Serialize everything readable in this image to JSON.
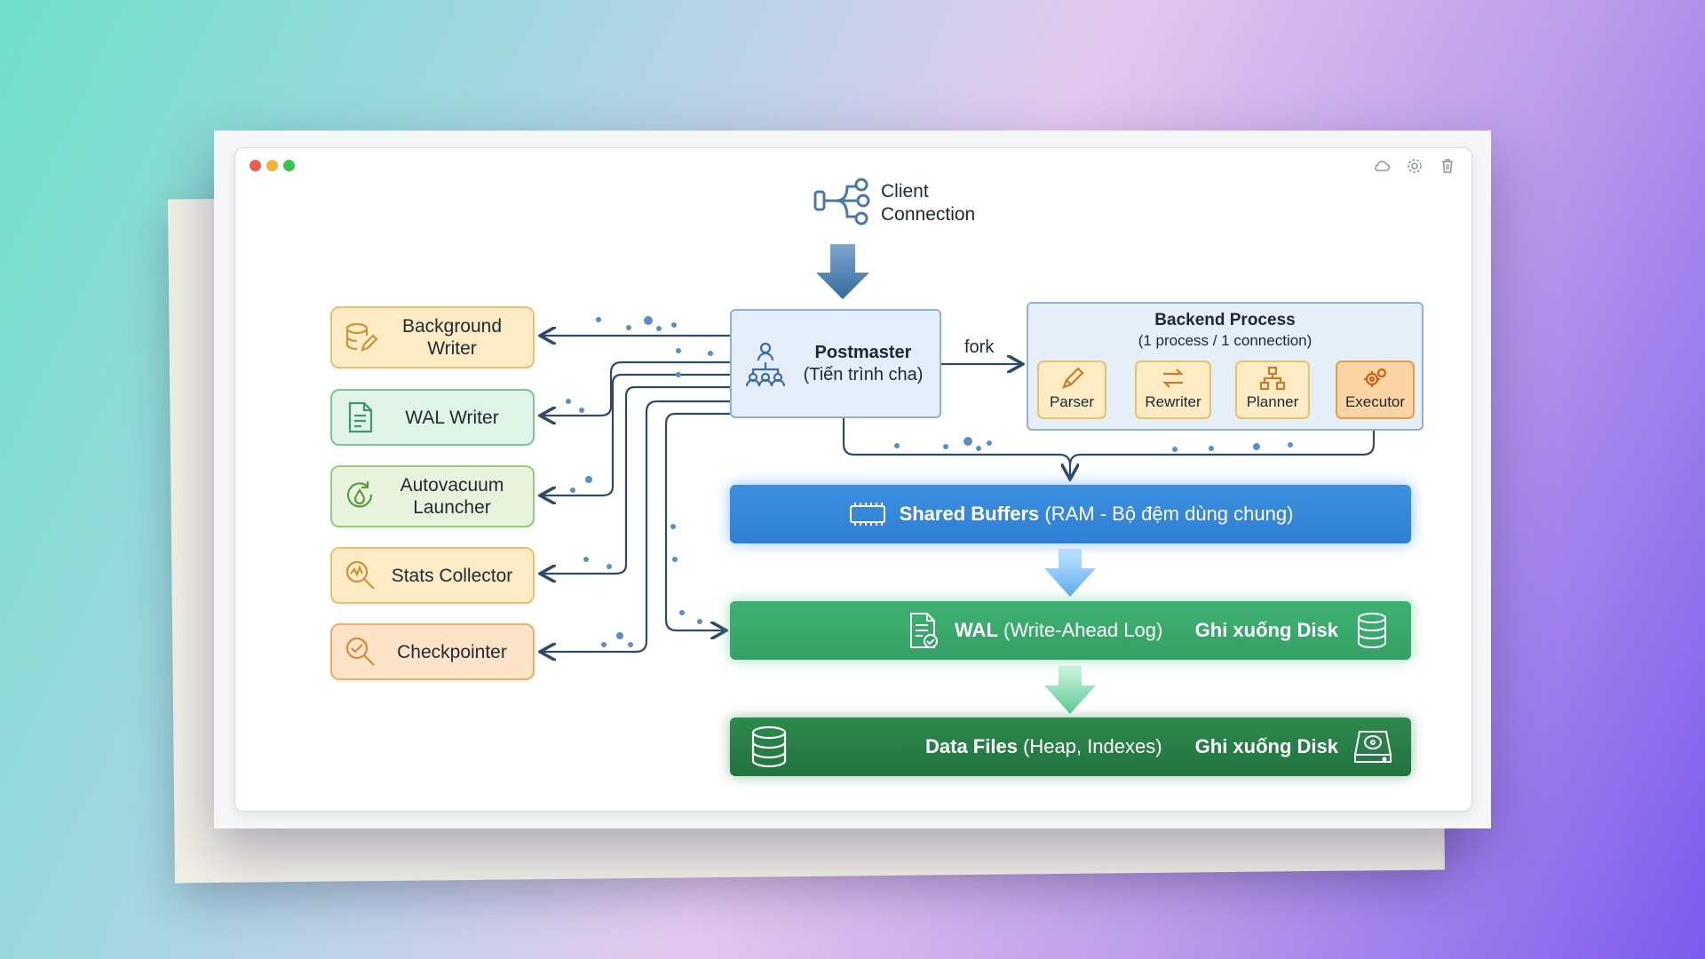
{
  "client": {
    "line1": "Client",
    "line2": "Connection"
  },
  "postmaster": {
    "title": "Postmaster",
    "subtitle": "(Tiến trình cha)"
  },
  "fork_label": "fork",
  "backend": {
    "title": "Backend Process",
    "subtitle": "(1 process / 1 connection)",
    "stages": [
      "Parser",
      "Rewriter",
      "Planner",
      "Executor"
    ]
  },
  "workers": [
    {
      "line1": "Background",
      "line2": "Writer"
    },
    {
      "line1": "WAL Writer",
      "line2": ""
    },
    {
      "line1": "Autovacuum",
      "line2": "Launcher"
    },
    {
      "line1": "Stats Collector",
      "line2": ""
    },
    {
      "line1": "Checkpointer",
      "line2": ""
    }
  ],
  "shared_buffers": {
    "bold": "Shared Buffers",
    "rest": " (RAM - Bộ đệm dùng chung)"
  },
  "wal": {
    "bold": "WAL",
    "rest": " (Write-Ahead Log)",
    "disk": "Ghi xuống Disk"
  },
  "data_files": {
    "bold": "Data Files",
    "rest": " (Heap, Indexes)",
    "disk": "Ghi xuống Disk"
  },
  "icons": [
    "cloud-icon",
    "settings-icon",
    "trash-icon",
    "network-icon",
    "users-icon",
    "database-icon",
    "document-icon",
    "recycle-icon",
    "search-chart-icon",
    "search-check-icon",
    "pencil-icon",
    "swap-icon",
    "hierarchy-icon",
    "gears-icon",
    "memory-chip-icon",
    "hard-drive-icon"
  ],
  "colors": {
    "shared_buffers": "#2f7fd4",
    "wal": "#34a065",
    "data_files": "#22733f",
    "arrow": "#2f5a7a"
  }
}
